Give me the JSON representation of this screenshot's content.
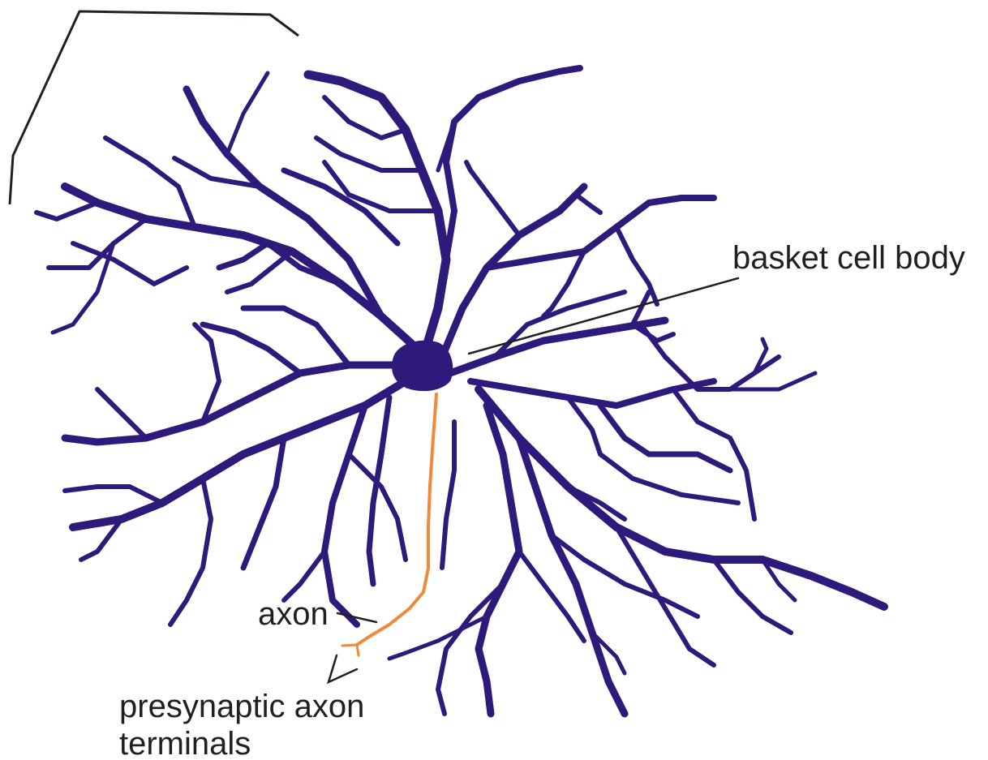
{
  "labels": {
    "cell_body": "basket cell body",
    "axon": "axon",
    "terminals_line1": "presynaptic axon",
    "terminals_line2": "terminals"
  },
  "colors": {
    "dendrite": "#2e1a7a",
    "axon": "#f08a3a",
    "leader_line": "#231f20",
    "text": "#231f20"
  }
}
